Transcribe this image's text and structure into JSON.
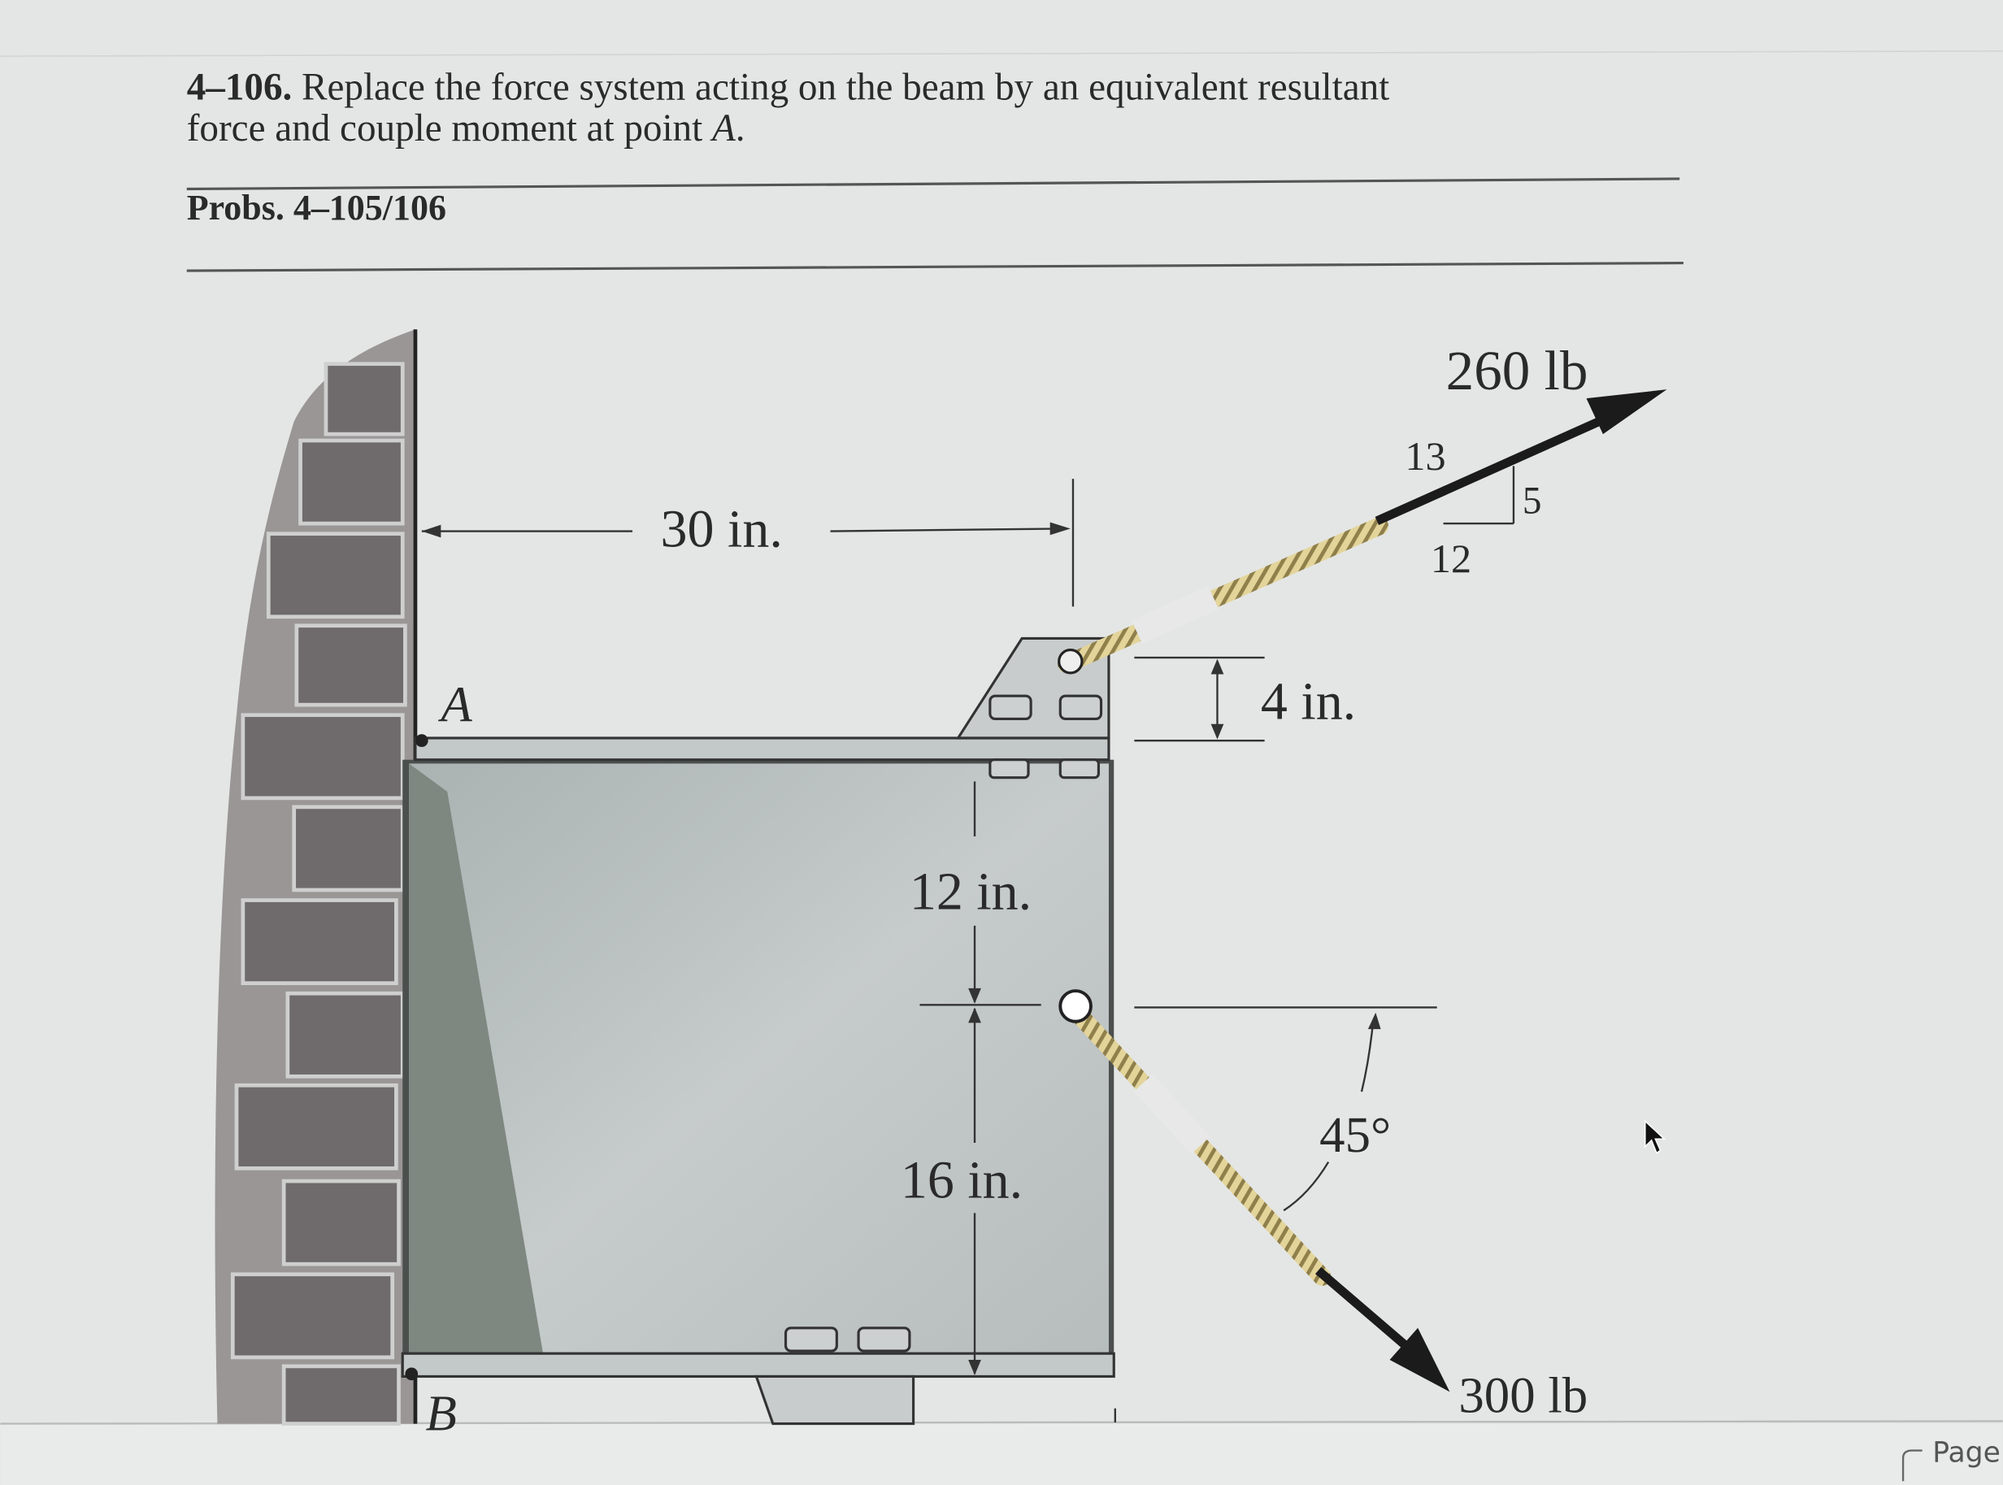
{
  "problem": {
    "number": "4–106.",
    "text_line1": "Replace the force system acting on the beam by an equivalent resultant",
    "text_line2_prefix": "force and couple moment at point ",
    "text_line2_point": "A",
    "text_line2_suffix": "."
  },
  "caption": "Probs. 4–105/106",
  "figure": {
    "point_a": "A",
    "point_b": "B",
    "dim_30": "30 in.",
    "dim_4": "4 in.",
    "dim_12": "12 in.",
    "dim_16": "16 in.",
    "force_upper": "260 lb",
    "slope_hyp": "13",
    "slope_run": "12",
    "slope_rise": "5",
    "angle": "45°",
    "force_lower": "300 lb"
  },
  "footer": {
    "page_label": "Page"
  },
  "colors": {
    "background": "#e4e6e5",
    "beam": "#b9bfc0",
    "beam_shadow": "#7e8780",
    "brick": "#6f6b6c",
    "rope": "#d8c78a",
    "arrow": "#1b1b1b"
  }
}
